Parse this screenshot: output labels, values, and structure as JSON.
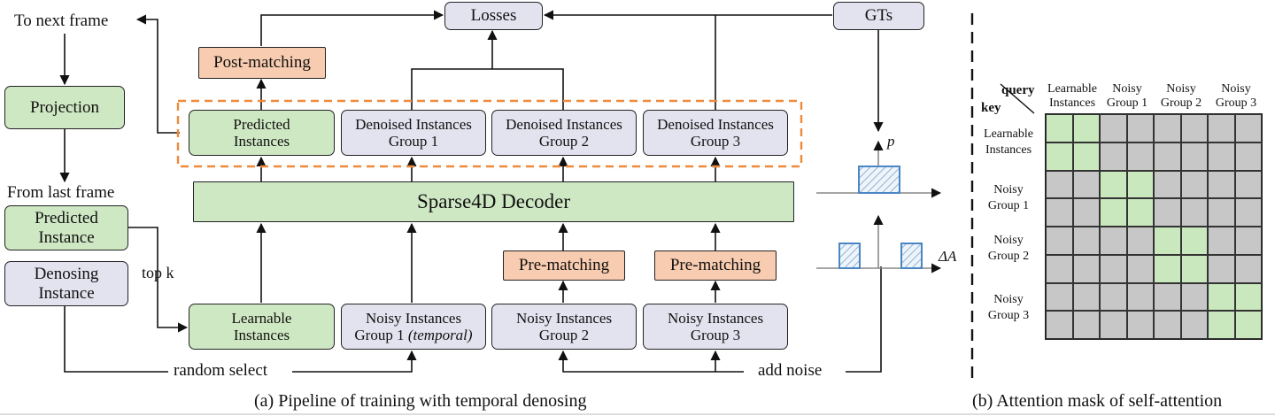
{
  "left": {
    "to_next_frame": "To next frame",
    "projection": "Projection",
    "from_last_frame": "From last frame",
    "predicted_instance": [
      "Predicted",
      "Instance"
    ],
    "denosing_instance": [
      "Denosing",
      "Instance"
    ],
    "top_k": "top k",
    "random_select": "random select"
  },
  "top": {
    "losses": "Losses",
    "gts": "GTs",
    "post_matching": "Post-matching"
  },
  "outputs": {
    "predicted_instances": [
      "Predicted",
      "Instances"
    ],
    "denoised_1": [
      "Denoised Instances",
      "Group 1"
    ],
    "denoised_2": [
      "Denoised Instances",
      "Group 2"
    ],
    "denoised_3": [
      "Denoised Instances",
      "Group 3"
    ]
  },
  "decoder": "Sparse4D  Decoder",
  "pre_matching": "Pre-matching",
  "inputs": {
    "learnable": [
      "Learnable",
      "Instances"
    ],
    "noisy_1_line1": "Noisy Instances",
    "noisy_1_line2": "Group 1",
    "noisy_1_italic": "(temporal)",
    "noisy_2": [
      "Noisy Instances",
      "Group 2"
    ],
    "noisy_3": [
      "Noisy Instances",
      "Group 3"
    ]
  },
  "add_noise": "add noise",
  "noise_plot": {
    "p_label": "p",
    "delta_a_label": "ΔA"
  },
  "attention": {
    "query": "query",
    "key": "key",
    "col_headers": [
      [
        "Learnable",
        "Instances"
      ],
      [
        "Noisy",
        "Group 1"
      ],
      [
        "Noisy",
        "Group 2"
      ],
      [
        "Noisy",
        "Group 3"
      ]
    ],
    "row_headers": [
      [
        "Learnable",
        "Instances"
      ],
      [
        "Noisy",
        "Group 1"
      ],
      [
        "Noisy",
        "Group 2"
      ],
      [
        "Noisy",
        "Group 3"
      ]
    ],
    "mask_description": "block-diagonal: each 2x2 group attends only to itself",
    "colors": {
      "masked": "#c7c7c7",
      "visible": "#c9e8be"
    }
  },
  "captions": {
    "a": "(a) Pipeline of training with temporal denosing",
    "b": "(b) Attention mask of self-attention"
  }
}
